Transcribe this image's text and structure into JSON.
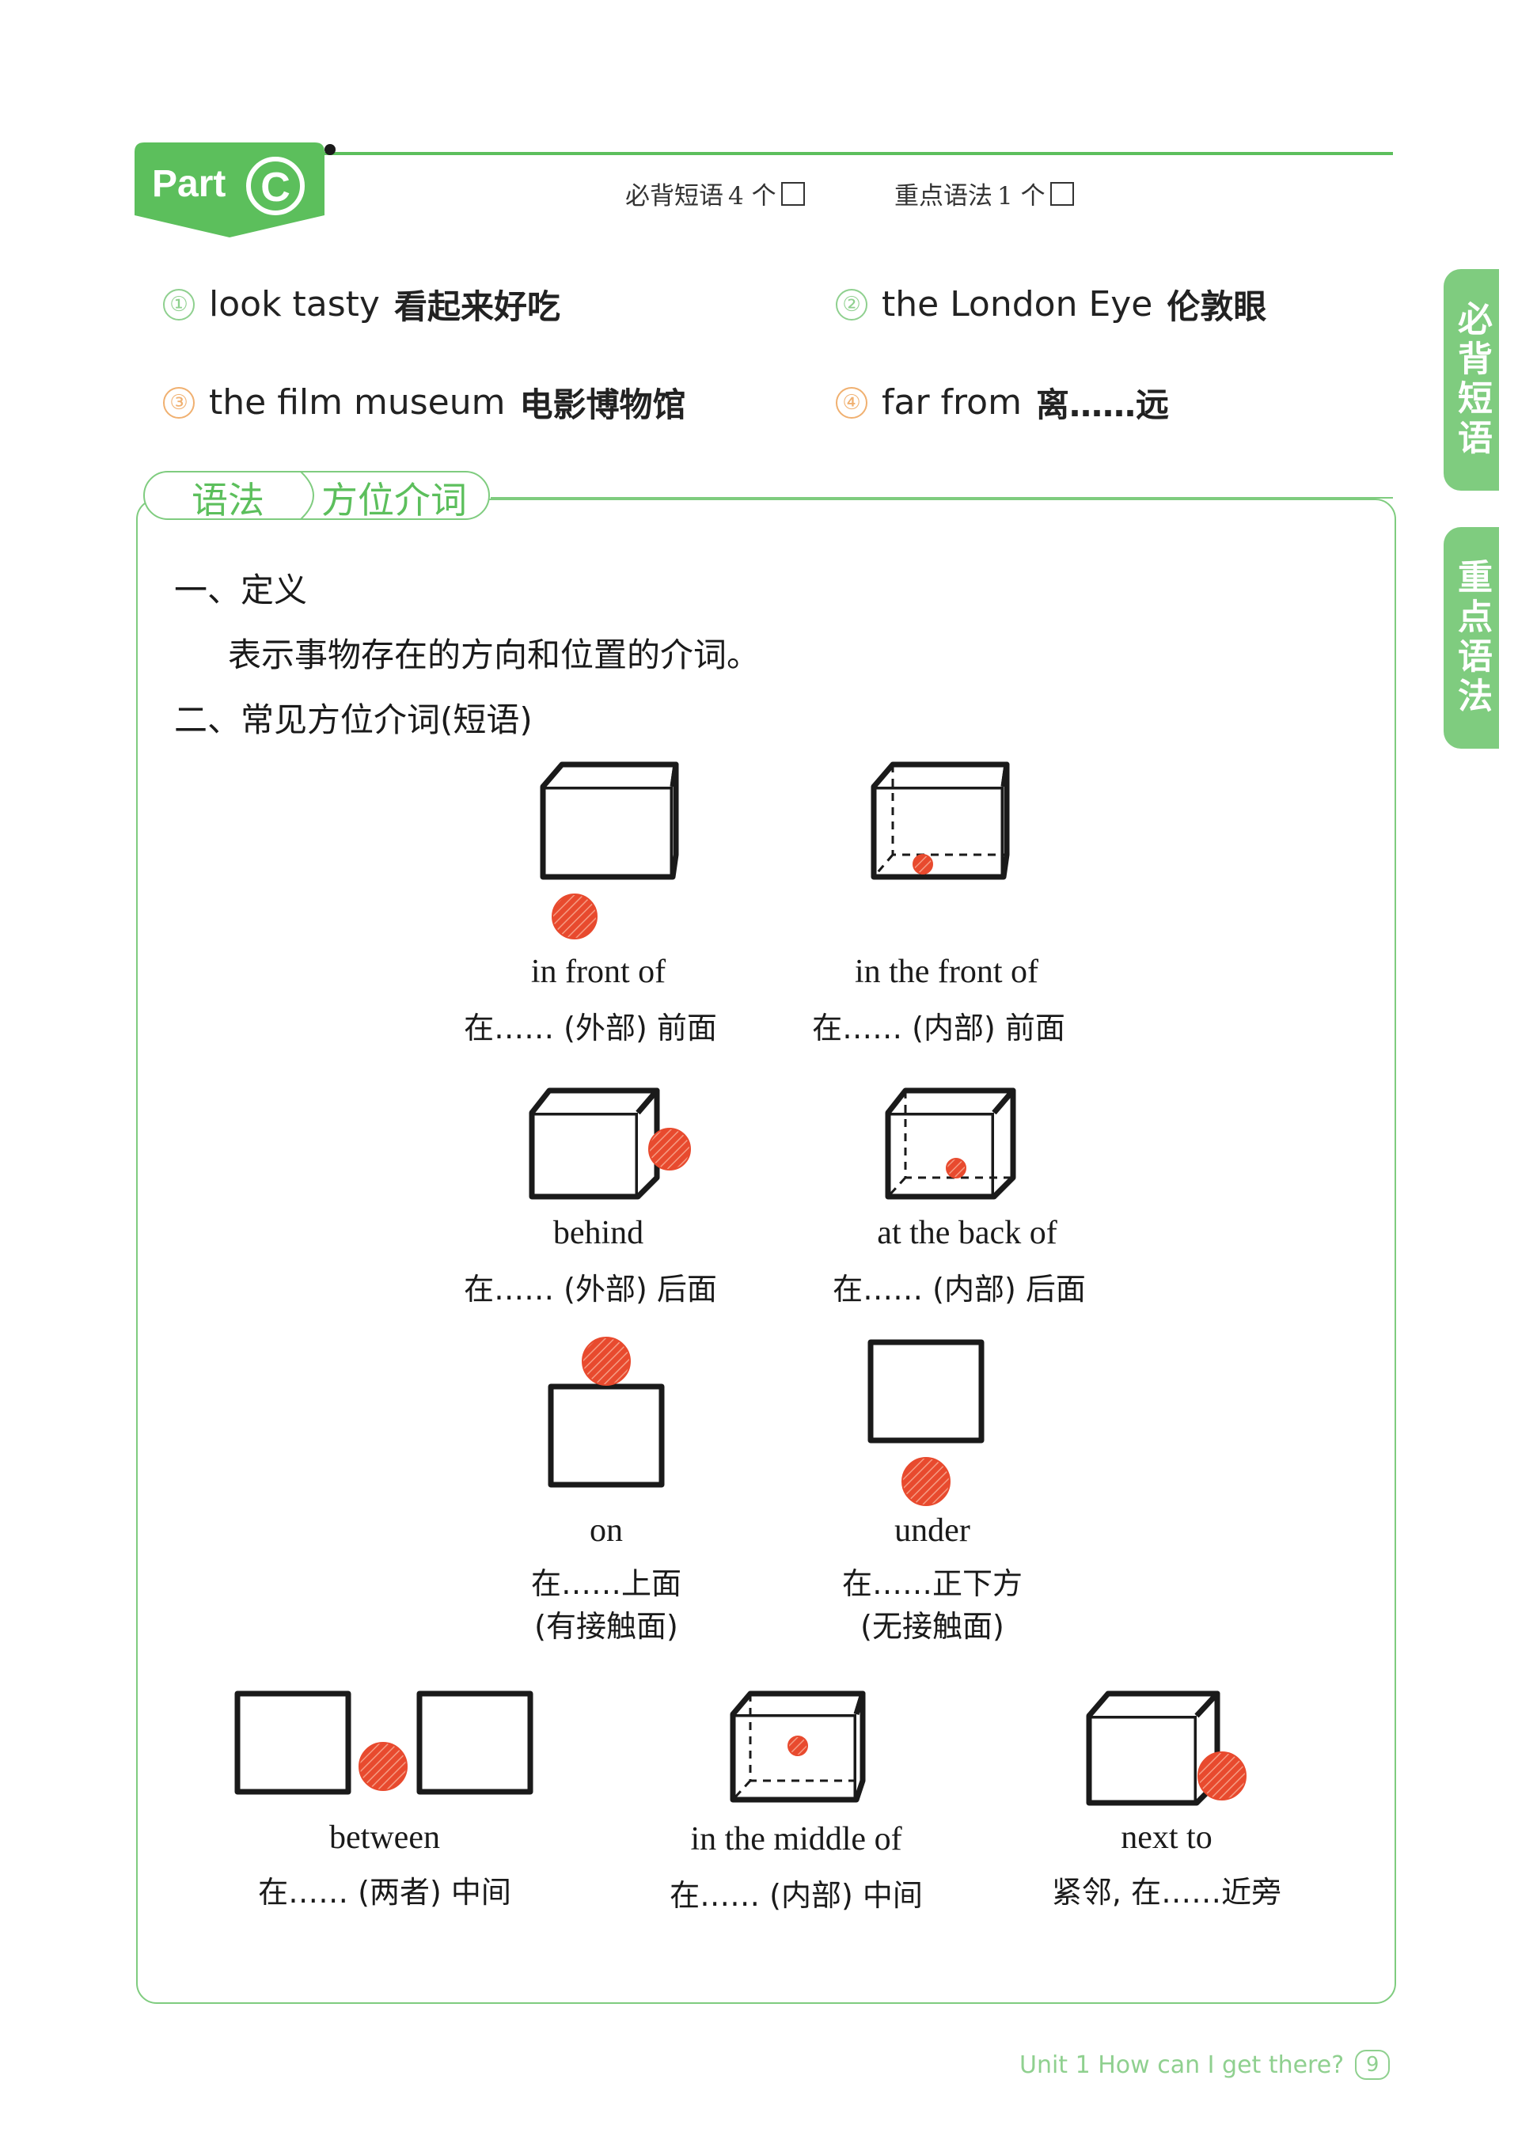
{
  "header": {
    "part_label": "Part",
    "part_letter": "C",
    "counters": [
      {
        "label": "必背短语",
        "count": "4 个"
      },
      {
        "label": "重点语法",
        "count": "1 个"
      }
    ]
  },
  "phrases": [
    {
      "num": "①",
      "en": "look tasty",
      "zh": "看起来好吃"
    },
    {
      "num": "②",
      "en": "the London Eye",
      "zh": "伦敦眼"
    },
    {
      "num": "③",
      "en": "the film museum",
      "zh": "电影博物馆"
    },
    {
      "num": "④",
      "en": "far from",
      "zh": "离……远"
    }
  ],
  "side_tabs": [
    "必背短语",
    "重点语法"
  ],
  "grammar": {
    "tab_label": "语法",
    "title": "方位介词",
    "section1_heading": "一、定义",
    "definition": "表示事物存在的方向和位置的介词。",
    "section2_heading": "二、常见方位介词(短语)"
  },
  "items": [
    {
      "en": "in front of",
      "zh": "在…… (外部) 前面"
    },
    {
      "en": "in the front of",
      "zh": "在…… (内部) 前面"
    },
    {
      "en": "behind",
      "zh": "在…… (外部) 后面"
    },
    {
      "en": "at the back of",
      "zh": "在…… (内部) 后面"
    },
    {
      "en": "on",
      "zh": "在……上面",
      "zh2": "(有接触面)"
    },
    {
      "en": "under",
      "zh": "在……正下方",
      "zh2": "(无接触面)"
    },
    {
      "en": "between",
      "zh": "在…… (两者) 中间"
    },
    {
      "en": "in the middle of",
      "zh": "在…… (内部) 中间"
    },
    {
      "en": "next to",
      "zh": "紧邻, 在……近旁"
    }
  ],
  "footer": {
    "text": "Unit 1  How can I get there?",
    "page": "9"
  },
  "colors": {
    "green": "#5cbf5c",
    "light_green": "#7fcc7f",
    "ball": "#e84a2e"
  }
}
